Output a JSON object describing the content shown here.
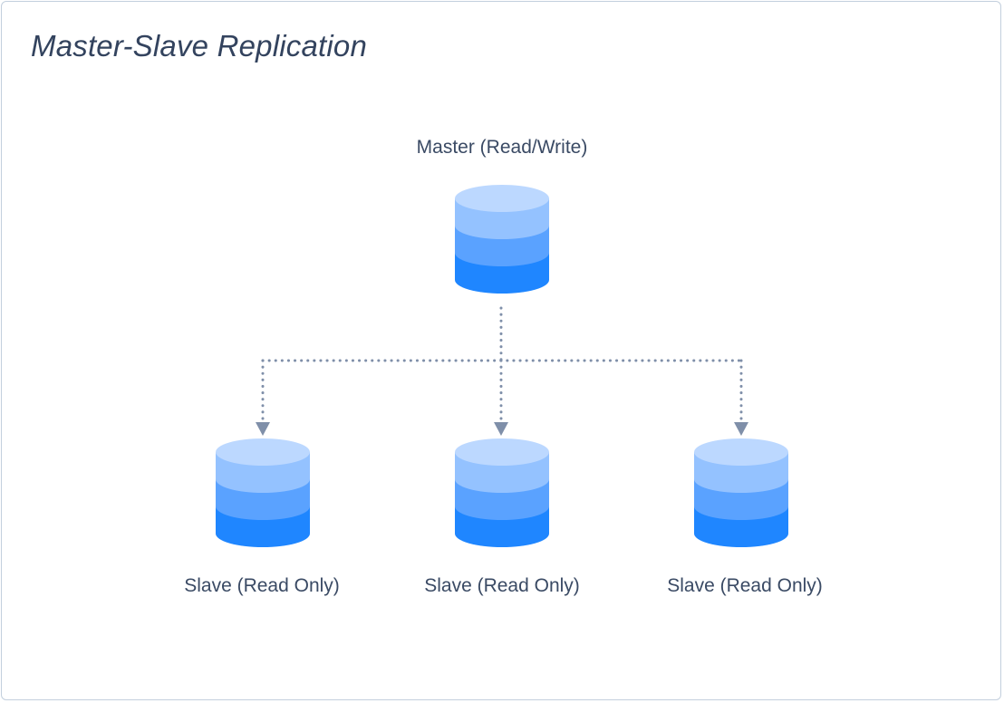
{
  "title": "Master-Slave Replication",
  "master": {
    "label": "Master (Read/Write)",
    "icon": "database-icon"
  },
  "slaves": [
    {
      "label": "Slave (Read Only)",
      "icon": "database-icon"
    },
    {
      "label": "Slave (Read Only)",
      "icon": "database-icon"
    },
    {
      "label": "Slave (Read Only)",
      "icon": "database-icon"
    }
  ],
  "colors": {
    "frame_border": "#c3cfdd",
    "text": "#33435e",
    "connector": "#7f8fa9",
    "db_top": "#bcd8ff",
    "db_layer1": "#94c2ff",
    "db_layer2": "#5aa2ff",
    "db_layer3": "#1f86ff"
  }
}
